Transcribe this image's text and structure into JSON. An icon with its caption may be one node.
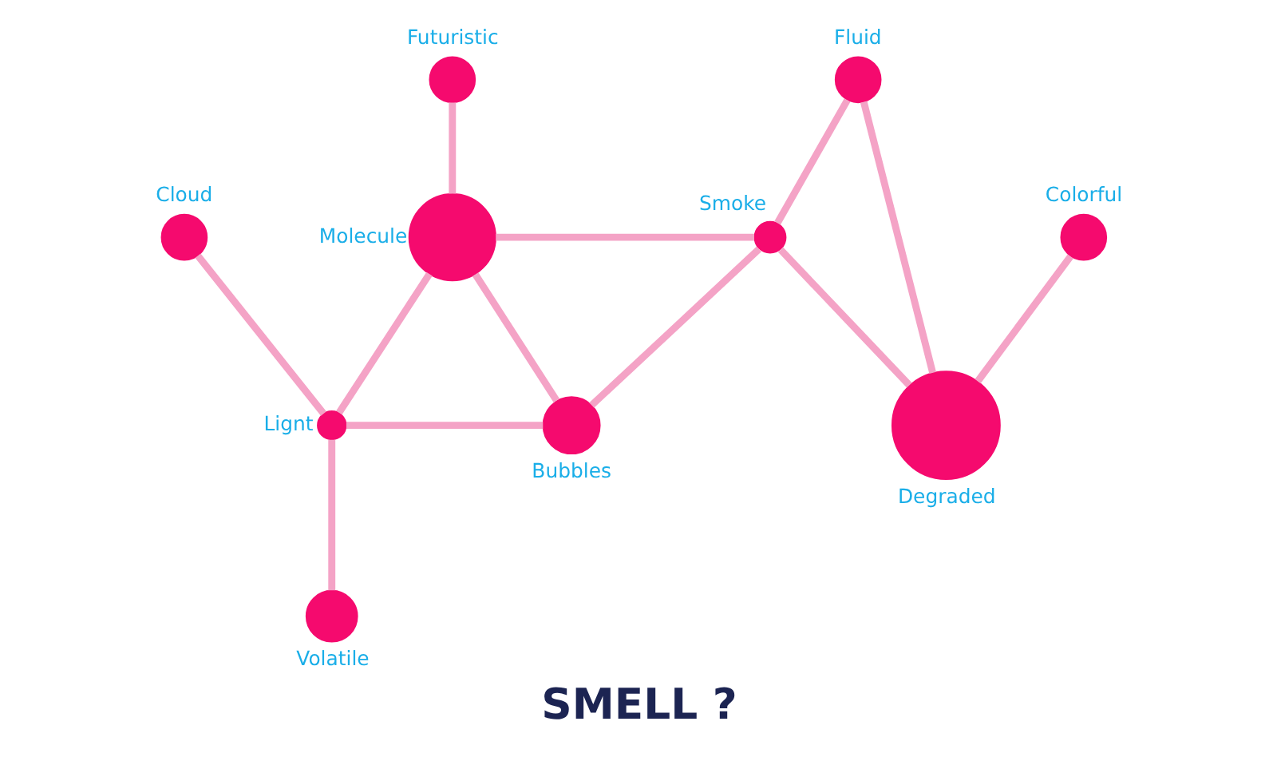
{
  "diagram": {
    "title": "SMELL ?",
    "nodes": [
      {
        "text": [],
        "shape": "circle",
        "beside": [
          "Futuristic"
        ]
      },
      {
        "text": [],
        "shape": "circle",
        "beside": [
          "Fluid"
        ]
      },
      {
        "text": [],
        "shape": "circle",
        "beside": [
          "Molecule"
        ]
      },
      {
        "text": [],
        "shape": "circle",
        "beside": [
          "Cloud"
        ]
      },
      {
        "text": [],
        "shape": "circle",
        "beside": [
          "Smoke"
        ]
      },
      {
        "text": [],
        "shape": "circle",
        "beside": [
          "Lignt"
        ]
      },
      {
        "text": [],
        "shape": "circle",
        "beside": [
          "Colorful"
        ]
      },
      {
        "text": [],
        "shape": "circle",
        "beside": [
          "Bubbles"
        ]
      },
      {
        "text": [],
        "shape": "circle",
        "beside": [
          "Degraded"
        ]
      },
      {
        "text": [],
        "shape": "circle",
        "beside": [
          "Volatile"
        ]
      }
    ],
    "edges": [
      {
        "from": 6,
        "to": 8,
        "arrow": "none"
      },
      {
        "from": 1,
        "to": 8,
        "arrow": "none"
      },
      {
        "from": 1,
        "to": 4,
        "arrow": "none"
      },
      {
        "from": 4,
        "to": 8,
        "arrow": "none"
      },
      {
        "from": 4,
        "to": 2,
        "arrow": "none"
      },
      {
        "from": 4,
        "to": 7,
        "arrow": "none"
      },
      {
        "from": 0,
        "to": 2,
        "arrow": "none"
      },
      {
        "from": 2,
        "to": 7,
        "arrow": "none"
      },
      {
        "from": 2,
        "to": 5,
        "arrow": "none"
      },
      {
        "from": 7,
        "to": 5,
        "arrow": "none"
      },
      {
        "from": 3,
        "to": 5,
        "arrow": "none"
      },
      {
        "from": 5,
        "to": 9,
        "arrow": "none"
      }
    ]
  }
}
